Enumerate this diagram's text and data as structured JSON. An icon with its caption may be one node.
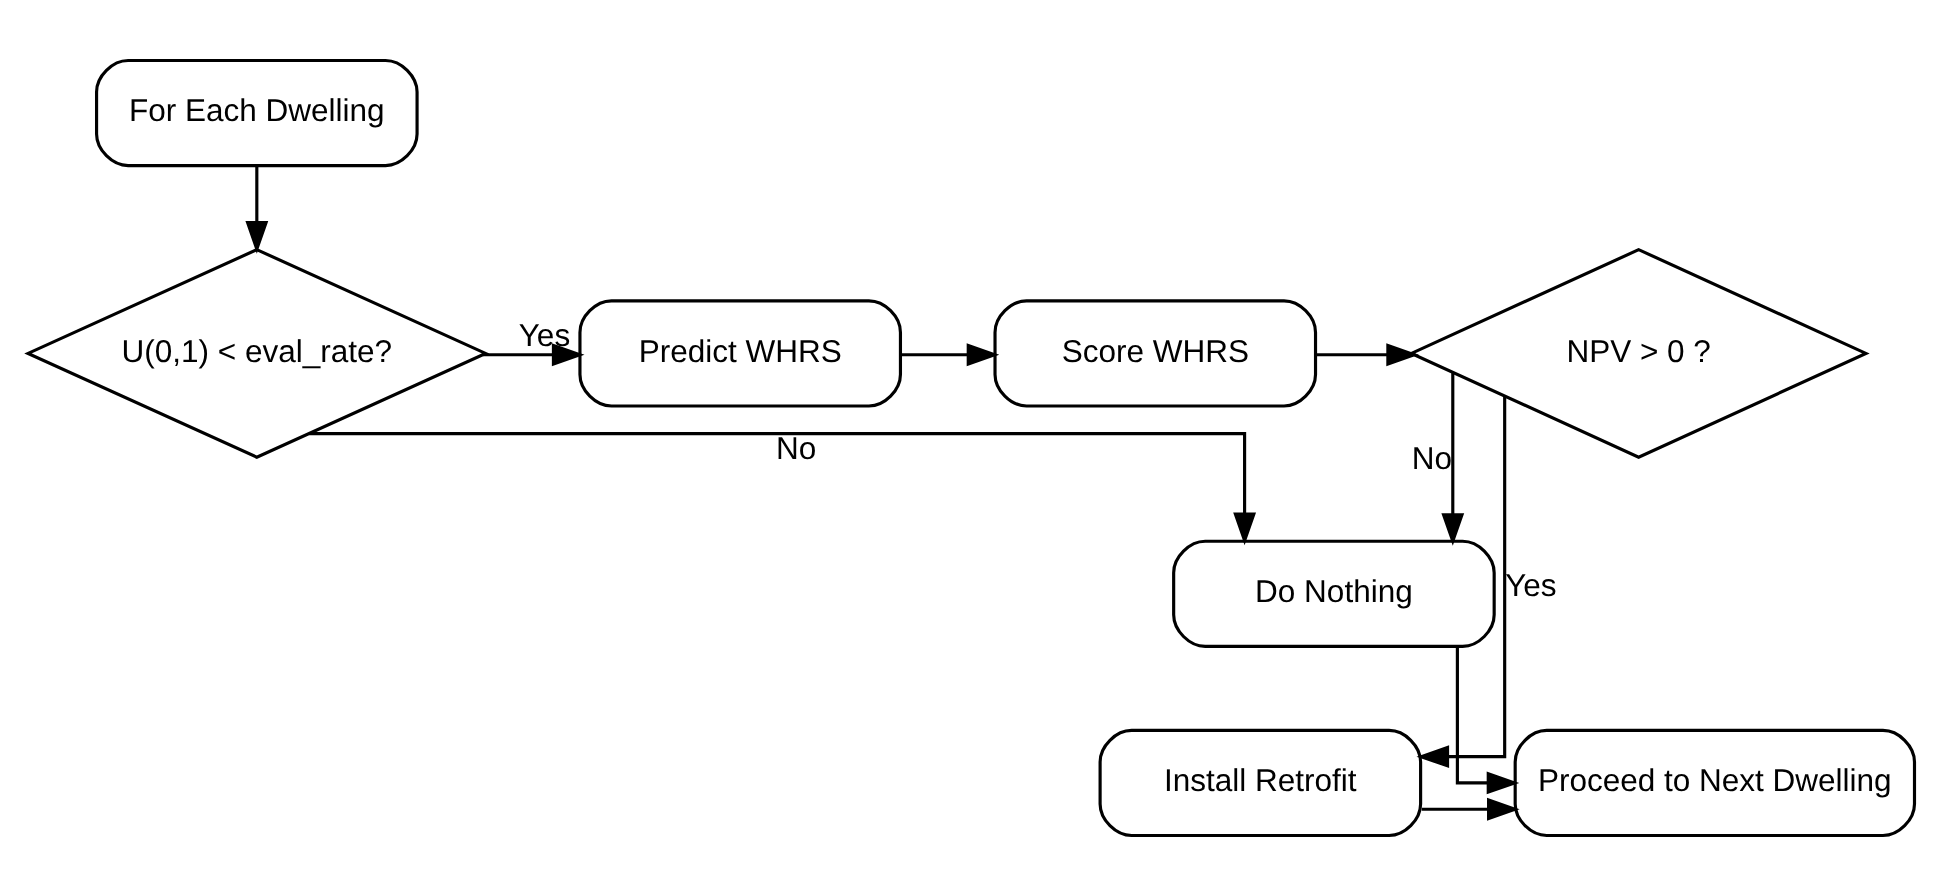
{
  "diagram": {
    "nodes": [
      {
        "text": [
          "For Each Dwelling"
        ]
      },
      {
        "text": [
          "U(0,1) < eval_rate?"
        ]
      },
      {
        "text": [
          "Predict WHRS"
        ]
      },
      {
        "text": [
          "Score WHRS"
        ]
      },
      {
        "text": [
          "NPV > 0 ?"
        ]
      },
      {
        "text": [
          "Do Nothing"
        ]
      },
      {
        "text": [
          "Proceed to Next Dwelling"
        ]
      },
      {
        "text": [
          "Install Retrofit"
        ]
      }
    ],
    "edges": [
      {
        "from": 0,
        "to": 1,
        "arrow": "to"
      },
      {
        "from": 1,
        "to": 2,
        "arrow": "to",
        "label": "Yes"
      },
      {
        "from": 2,
        "to": 3,
        "arrow": "to"
      },
      {
        "from": 3,
        "to": 4,
        "arrow": "to"
      },
      {
        "from": 4,
        "to": 7,
        "arrow": "to",
        "label": "Yes"
      },
      {
        "from": 1,
        "to": 5,
        "arrow": "to",
        "label": "No"
      },
      {
        "from": 4,
        "to": 5,
        "arrow": "to",
        "label": "No"
      },
      {
        "from": 5,
        "to": 6,
        "arrow": "to"
      },
      {
        "from": 7,
        "to": 6,
        "arrow": "to"
      }
    ]
  }
}
